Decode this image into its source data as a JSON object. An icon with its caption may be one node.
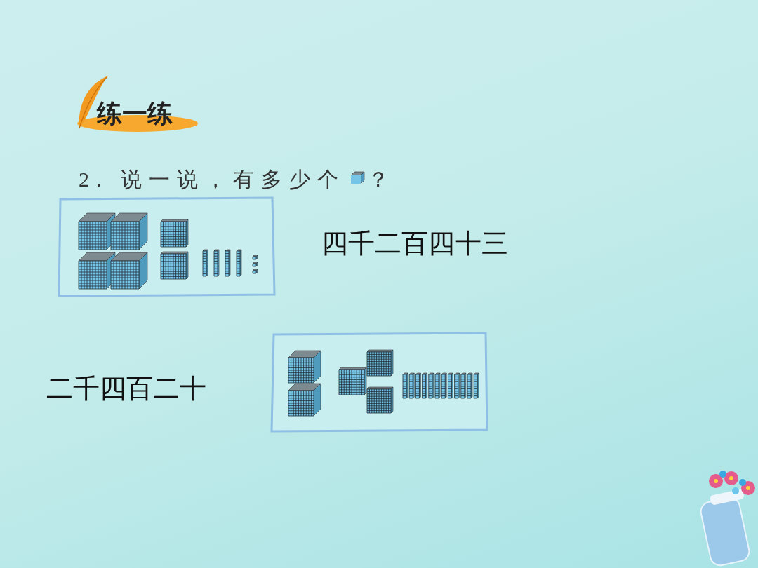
{
  "diagram": {
    "title": "练一练",
    "labels": [
      "2. 说一说，有多少个",
      "？",
      "四千二百四十三",
      "二千四百二十"
    ]
  }
}
